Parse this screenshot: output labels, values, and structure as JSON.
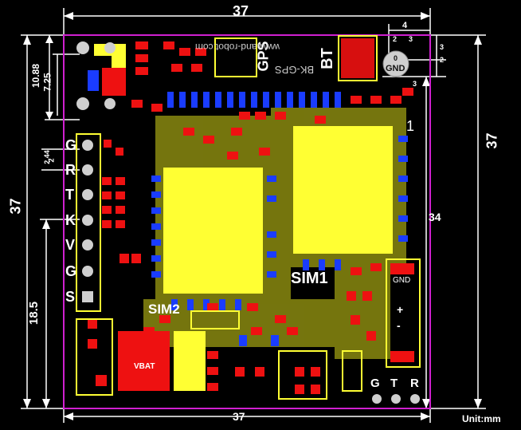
{
  "dimensions": {
    "top_width": "37",
    "bottom_width": "37",
    "left_height": "37",
    "right_height": "37",
    "inner_right_height": "34",
    "top_offset": "4",
    "top_small_a": "2",
    "top_small_b": "3",
    "right_small_a": "3",
    "right_small_b": "2",
    "right_small_c": "3",
    "left_a": "10.88",
    "left_b": "7.25",
    "left_c": "2.44",
    "left_d": "2",
    "left_bottom": "18.5",
    "unit": "Unit:mm"
  },
  "left_header_pins": [
    "G",
    "R",
    "T",
    "K",
    "V",
    "G",
    "S"
  ],
  "bottom_pins": [
    "G",
    "T",
    "R"
  ],
  "labels": {
    "gps": "GPS",
    "bt": "BT",
    "sim1": "SIM1",
    "sim2": "SIM2",
    "website": "www.and-robot.com",
    "model": "BK-GPS",
    "pin_1": "1",
    "gnd_hole_top": "0",
    "gnd_hole_bottom": "GND",
    "vbat": "VBAT",
    "right_gnd": "GND",
    "right_plus": "+",
    "right_minus": "-"
  },
  "colors": {
    "background": "#000000",
    "board_outline": "#d020d0",
    "copper_yellow": "#ffff33",
    "pad_red": "#ee1111",
    "pad_blue": "#1a3cff",
    "silk_white": "#ffffff"
  }
}
